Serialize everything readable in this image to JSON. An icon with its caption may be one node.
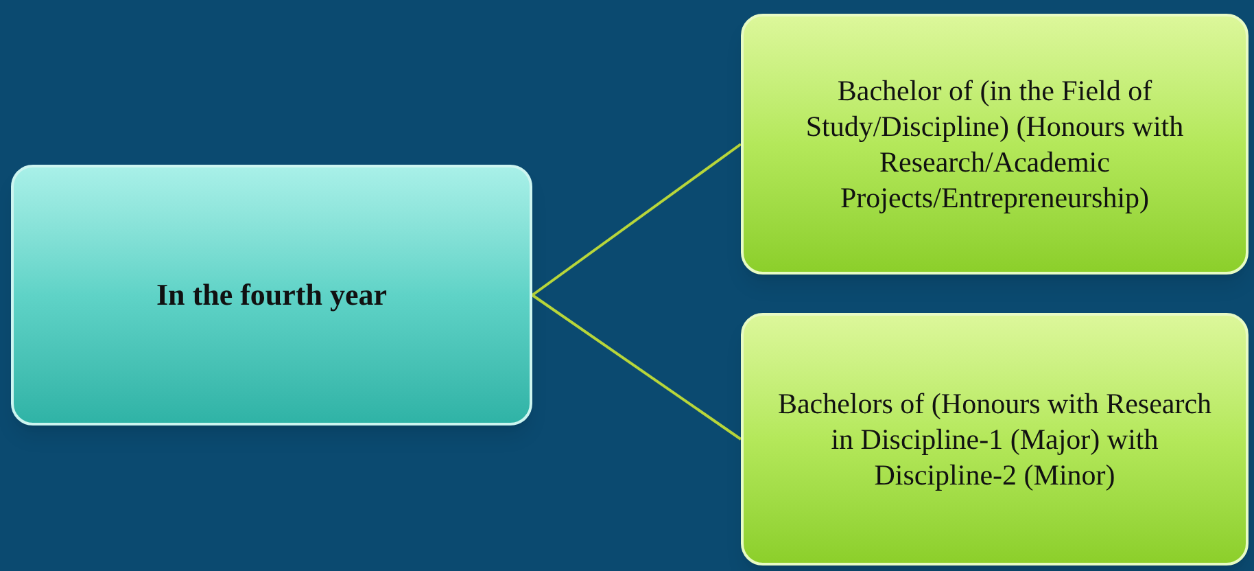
{
  "diagram": {
    "nodes": [
      {
        "text": [
          "In the fourth year"
        ]
      },
      {
        "text": [
          "Bachelor of (in the Field of Study/Discipline) (Honours with Research/Academic Projects/Entrepreneurship)"
        ]
      },
      {
        "text": [
          "Bachelors of (Honours with Research in Discipline-1 (Major) with Discipline-2 (Minor)"
        ]
      }
    ],
    "edges": [
      {
        "from": 0,
        "to": 1,
        "arrow": "none"
      },
      {
        "from": 0,
        "to": 2,
        "arrow": "none"
      }
    ]
  }
}
